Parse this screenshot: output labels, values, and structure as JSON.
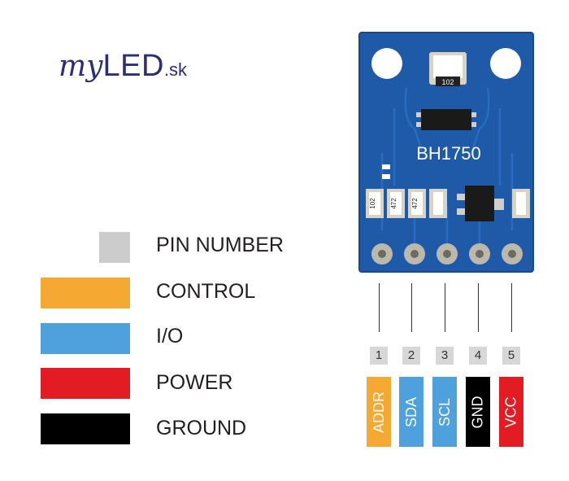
{
  "logo": {
    "my": "my",
    "led": "LED",
    "tld": ".sk"
  },
  "board": {
    "chip_label": "BH1750",
    "resistor_top": "102",
    "resistors_bottom": [
      "102",
      "472",
      "472"
    ]
  },
  "legend": [
    {
      "key": "pin-number",
      "label": "PIN NUMBER",
      "color": "#cccccc"
    },
    {
      "key": "control",
      "label": "CONTROL",
      "color": "#f5a832"
    },
    {
      "key": "io",
      "label": "I/O",
      "color": "#4ea1dc"
    },
    {
      "key": "power",
      "label": "POWER",
      "color": "#e31b23"
    },
    {
      "key": "ground",
      "label": "GROUND",
      "color": "#000000"
    }
  ],
  "pins": [
    {
      "number": "1",
      "name": "ADDR",
      "color": "#f5a832"
    },
    {
      "number": "2",
      "name": "SDA",
      "color": "#4ea1dc"
    },
    {
      "number": "3",
      "name": "SCL",
      "color": "#4ea1dc"
    },
    {
      "number": "4",
      "name": "GND",
      "color": "#000000"
    },
    {
      "number": "5",
      "name": "VCC",
      "color": "#e31b23"
    }
  ],
  "colors": {
    "board": "#1e5aa8",
    "pad": "#bdb8ac",
    "text_dark": "#231f20"
  }
}
